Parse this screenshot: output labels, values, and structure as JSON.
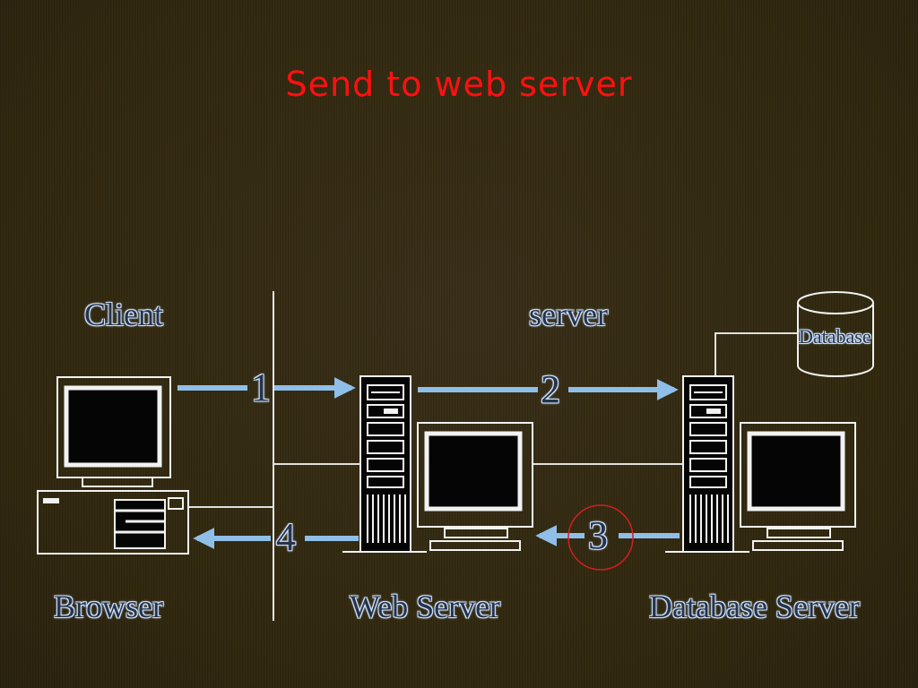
{
  "title": "Send to web server",
  "sections": {
    "client": "Client",
    "server": "server"
  },
  "nodes": {
    "browser": "Browser",
    "web_server": "Web Server",
    "database_server": "Database Server",
    "database": "Database"
  },
  "steps": [
    "1",
    "2",
    "3",
    "4"
  ],
  "colors": {
    "title": "#ff1010",
    "arrow": "#8fbfe8",
    "highlight_circle": "#d02020"
  }
}
